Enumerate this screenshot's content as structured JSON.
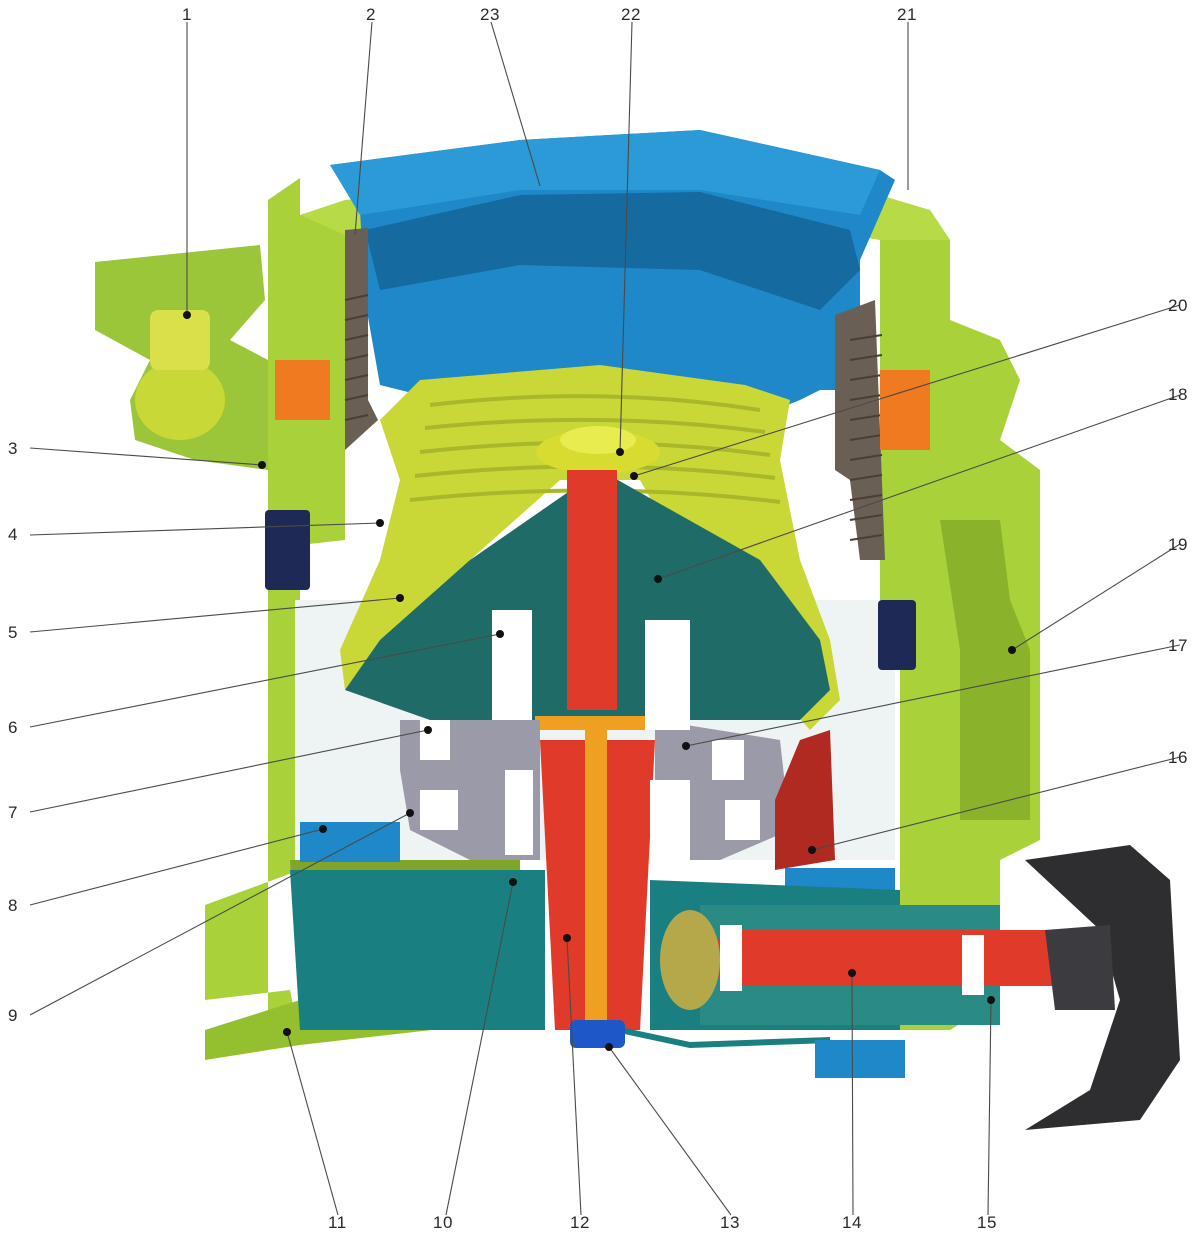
{
  "callouts": [
    {
      "id": "c1",
      "label": "1"
    },
    {
      "id": "c2",
      "label": "2"
    },
    {
      "id": "c3",
      "label": "3"
    },
    {
      "id": "c4",
      "label": "4"
    },
    {
      "id": "c5",
      "label": "5"
    },
    {
      "id": "c6",
      "label": "6"
    },
    {
      "id": "c7",
      "label": "7"
    },
    {
      "id": "c8",
      "label": "8"
    },
    {
      "id": "c9",
      "label": "9"
    },
    {
      "id": "c10",
      "label": "10"
    },
    {
      "id": "c11",
      "label": "11"
    },
    {
      "id": "c12",
      "label": "12"
    },
    {
      "id": "c13",
      "label": "13"
    },
    {
      "id": "c14",
      "label": "14"
    },
    {
      "id": "c15",
      "label": "15"
    },
    {
      "id": "c16",
      "label": "16"
    },
    {
      "id": "c17",
      "label": "17"
    },
    {
      "id": "c18",
      "label": "18"
    },
    {
      "id": "c19",
      "label": "19"
    },
    {
      "id": "c20",
      "label": "20"
    },
    {
      "id": "c21",
      "label": "21"
    },
    {
      "id": "c22",
      "label": "22"
    },
    {
      "id": "c23",
      "label": "23"
    }
  ],
  "colors": {
    "frame_green": "#a8d13a",
    "frame_green_dark": "#86b02a",
    "bowl_blue": "#1e88c8",
    "bowl_blue_dark": "#156aa0",
    "mantle_yellow": "#c9d836",
    "head_teal": "#1f6b68",
    "shaft_red": "#e03a2a",
    "eccentric_grey": "#9a9aa8",
    "pulley_dark": "#2e2e30",
    "interior_white": "#eef3f3"
  }
}
